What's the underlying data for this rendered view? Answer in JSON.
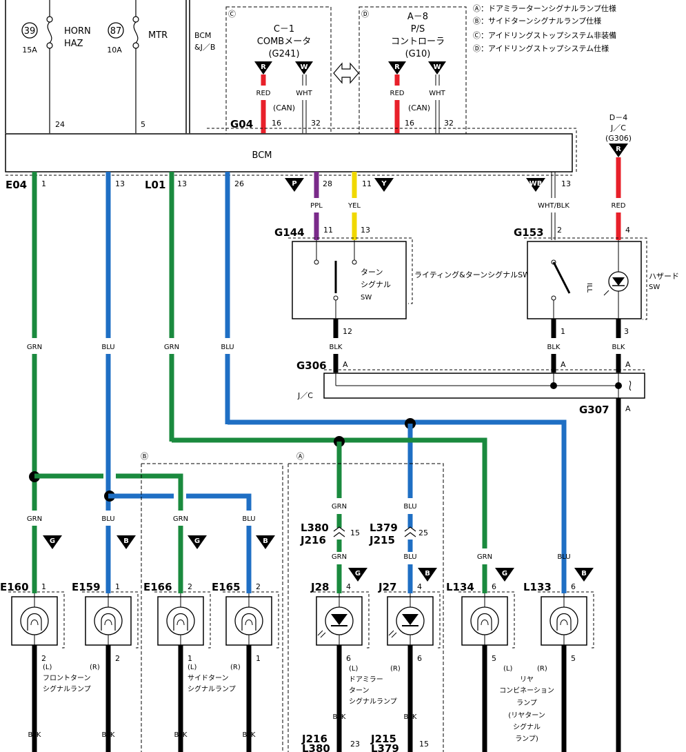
{
  "legend": {
    "a": "Ⓐ：ドアミラーターンシグナルランプ仕様",
    "b": "Ⓑ：サイドターンシグナルランプ仕様",
    "c": "Ⓒ：アイドリングストップシステム非装備",
    "d": "Ⓓ：アイドリングストップシステム仕様"
  },
  "fuses": [
    {
      "num": "39",
      "amp": "15A",
      "name1": "HORN",
      "name2": "HAZ",
      "pin": "24"
    },
    {
      "num": "87",
      "amp": "10A",
      "name1": "MTR",
      "name2": "",
      "pin": "5"
    }
  ],
  "bcm_jb": {
    "line1": "BCM",
    "line2": "&J／B"
  },
  "bcm": {
    "name": "BCM",
    "conn_top": "G04"
  },
  "meter": {
    "mark": "Ⓒ",
    "line1": "C－1",
    "line2": "COMBメータ",
    "line3": "(G241)",
    "pin_can_h": "16",
    "pin_can_l": "32",
    "can": "(CAN)"
  },
  "ps": {
    "mark": "Ⓓ",
    "line1": "A－8",
    "line2": "P/S",
    "line3": "コントローラ",
    "line4": "(G10)",
    "pin_can_h": "16",
    "pin_can_l": "32",
    "can": "(CAN)"
  },
  "jc_top": {
    "line1": "D－4",
    "line2": "J／C",
    "line3": "(G306)"
  },
  "wire_colors": {
    "red": "RED",
    "wht": "WHT",
    "ppl": "PPL",
    "yel": "YEL",
    "whtblk": "WHT/BLK",
    "grn": "GRN",
    "blu": "BLU",
    "blk": "BLK"
  },
  "tag_letters": {
    "r": "R",
    "w": "W",
    "p": "P",
    "y": "Y",
    "wb": "WB",
    "g": "G",
    "b": "B"
  },
  "bcm_pins": {
    "e04": "E04",
    "p1": "1",
    "p13a": "13",
    "l01": "L01",
    "p13b": "13",
    "p26": "26",
    "p28": "28",
    "p11": "11",
    "p13c": "13"
  },
  "turn_sw": {
    "conn": "G144",
    "pin_a": "11",
    "pin_b": "13",
    "pin_out": "12",
    "label1": "ターン",
    "label2": "シグナル",
    "label3": "SW",
    "title": "ライティング&ターンシグナルSW"
  },
  "hazard_sw": {
    "conn": "G153",
    "pin_sw": "2",
    "pin_led": "4",
    "pin_gnd1": "1",
    "pin_gnd2": "3",
    "ill": "ILL",
    "title1": "ハザード",
    "title2": "SW"
  },
  "jc": {
    "conn": "G306",
    "label": "J／C",
    "out_conn": "G307",
    "a": "A"
  },
  "marks": {
    "a": "Ⓐ",
    "b": "Ⓑ"
  },
  "lamps": [
    {
      "conn": "E160",
      "pin_in": "1",
      "pin_out": "2"
    },
    {
      "conn": "E159",
      "pin_in": "1",
      "pin_out": "2"
    },
    {
      "conn": "E166",
      "pin_in": "2",
      "pin_out": "1"
    },
    {
      "conn": "E165",
      "pin_in": "2",
      "pin_out": "1"
    },
    {
      "conn": "J28",
      "pin_in": "4",
      "pin_out": "6"
    },
    {
      "conn": "J27",
      "pin_in": "4",
      "pin_out": "6"
    },
    {
      "conn": "L134",
      "pin_in": "6",
      "pin_out": "5"
    },
    {
      "conn": "L133",
      "pin_in": "6",
      "pin_out": "5"
    }
  ],
  "joints": {
    "l380": "L380",
    "j216": "J216",
    "p15": "15",
    "l379": "L379",
    "j215": "J215",
    "p25": "25",
    "j216b": "J216",
    "l380b": "L380",
    "p23": "23",
    "j215b": "J215",
    "l379b": "L379",
    "p15b": "15"
  },
  "lamp_names": {
    "front": {
      "l": "(L)",
      "r": "(R)",
      "line1": "フロントターン",
      "line2": "シグナルランプ"
    },
    "side": {
      "l": "(L)",
      "r": "(R)",
      "line1": "サイドターン",
      "line2": "シグナルランプ"
    },
    "mirror": {
      "l": "(L)",
      "r": "(R)",
      "line1": "ドアミラー",
      "line2": "ターン",
      "line3": "シグナルランプ"
    },
    "rear": {
      "l": "(L)",
      "r": "(R)",
      "line1": "リヤ",
      "line2": "コンビネーション",
      "line3": "ランプ",
      "line4": "(リヤターン",
      "line5": "シグナル",
      "line6": "ランプ)"
    }
  }
}
